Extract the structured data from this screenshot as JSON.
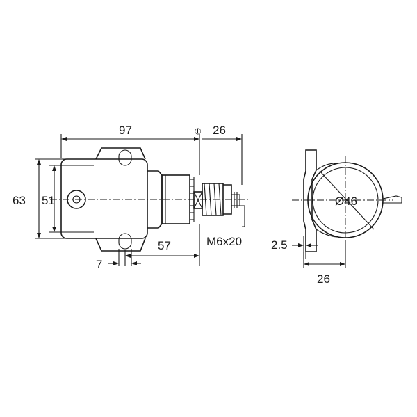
{
  "dimensions": {
    "length_overall": "97",
    "output_length": "26",
    "body_height_outer": "63",
    "body_height_inner": "51",
    "thread_spec": "M6x20",
    "offset": "57",
    "bracket_width": "7",
    "bracket_thickness": "2.5",
    "bracket_depth": "26",
    "diameter": "Ø46"
  },
  "symbols": {
    "tilt_marker": "⦶"
  }
}
